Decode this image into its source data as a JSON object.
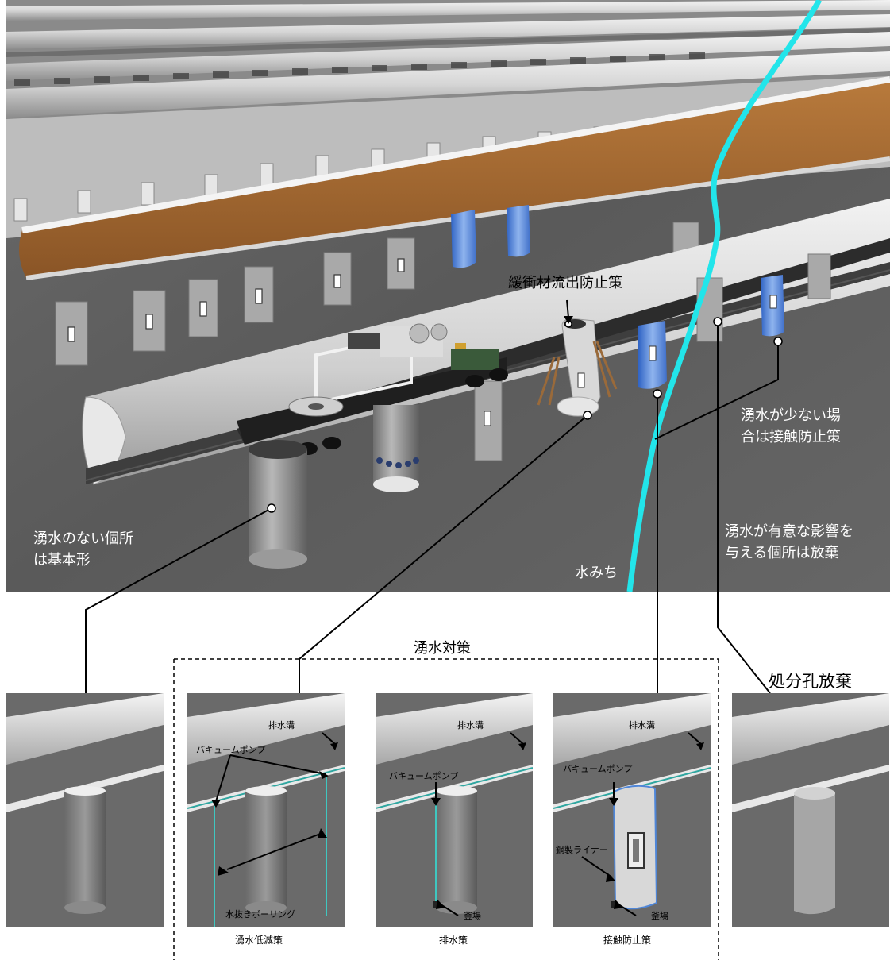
{
  "scene": {
    "labels": {
      "buffer_outflow": "緩衝材流出防止策",
      "little_inflow_1": "湧水が少ない場",
      "little_inflow_2": "合は接触防止策",
      "no_inflow_1": "湧水のない個所",
      "no_inflow_2": "は基本形",
      "significant_1": "湧水が有意な影響を",
      "significant_2": "与える個所は放棄",
      "water_path": "水みち"
    }
  },
  "groups": {
    "countermeasures_title": "湧水対策",
    "abandon_title": "処分孔放棄"
  },
  "panels": [
    {
      "caption": "",
      "labels": {}
    },
    {
      "caption": "湧水低減策",
      "labels": {
        "ditch": "排水溝",
        "pump": "バキュームポンプ",
        "boring": "水抜きボーリング"
      }
    },
    {
      "caption": "排水策",
      "labels": {
        "ditch": "排水溝",
        "pump": "バキュームポンプ",
        "pit": "釜場"
      }
    },
    {
      "caption": "接触防止策",
      "labels": {
        "ditch": "排水溝",
        "pump": "バキュームポンプ",
        "liner": "鋼製ライナー",
        "pit": "釜場"
      }
    },
    {
      "caption": "",
      "labels": {}
    }
  ],
  "colors": {
    "water_path": "#22e5ea",
    "rock": "#5b5b5b",
    "buffer": "#a0682f",
    "liner_blue": "#4f86d8"
  }
}
